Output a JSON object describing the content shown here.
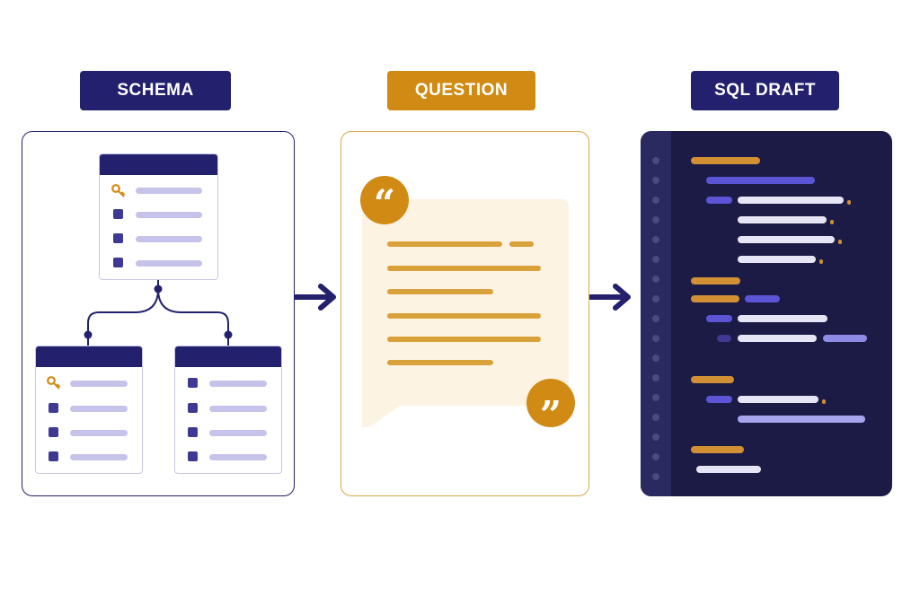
{
  "labels": {
    "schema": "SCHEMA",
    "question": "QUESTION",
    "sql_draft": "SQL DRAFT"
  },
  "colors": {
    "navy": "#23206e",
    "gold": "#d18b14",
    "dark_editor": "#1c1b45",
    "purple": "#5b55d6",
    "lavender": "#c6c3ea",
    "cream": "#fdf3e3"
  },
  "icons": [
    "key-icon",
    "open-quote-icon",
    "close-quote-icon",
    "arrow-right-icon"
  ]
}
